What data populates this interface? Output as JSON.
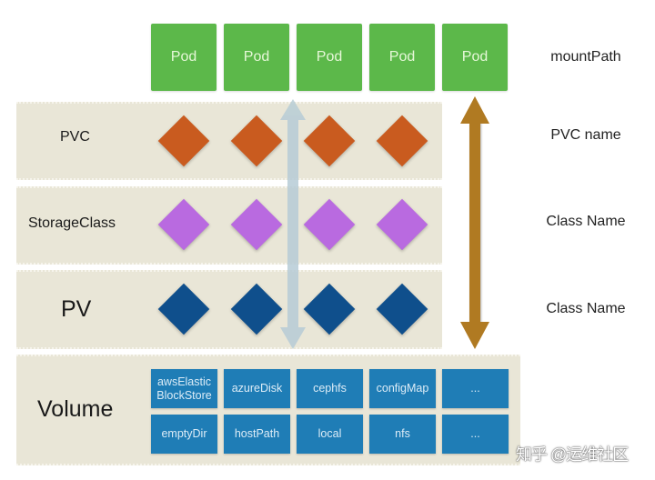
{
  "pods": [
    "Pod",
    "Pod",
    "Pod",
    "Pod",
    "Pod"
  ],
  "layers": {
    "pvc": {
      "label": "PVC",
      "count": 4,
      "color": "#c95b1f"
    },
    "storageclass": {
      "label": "StorageClass",
      "count": 4,
      "color": "#b96ae0"
    },
    "pv": {
      "label": "PV",
      "count": 4,
      "color": "#0f4f8c"
    },
    "volume": {
      "label": "Volume",
      "row1": [
        "awsElastic BlockStore",
        "azureDisk",
        "cephfs",
        "configMap",
        "..."
      ],
      "row2": [
        "emptyDir",
        "hostPath",
        "local",
        "nfs",
        "..."
      ]
    }
  },
  "right_labels": [
    "mountPath",
    "PVC name",
    "Class Name",
    "Class Name"
  ],
  "arrows": {
    "inner": {
      "color": "#b7ccd6",
      "direction": "bidirectional"
    },
    "outer": {
      "color": "#b07a22",
      "direction": "bidirectional"
    }
  },
  "watermark": "知乎 @运维社区"
}
